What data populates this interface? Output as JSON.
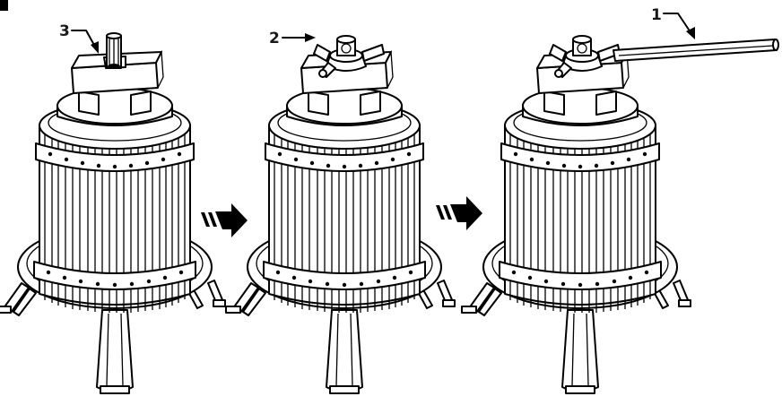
{
  "colors": {
    "line": "#000000",
    "background": "#ffffff",
    "label": "#1a1a1a"
  },
  "steps": [
    {
      "callout": {
        "number": "3",
        "points_to": "shaft"
      }
    },
    {
      "callout": {
        "number": "2",
        "points_to": "ratchet-head"
      }
    },
    {
      "callout": {
        "number": "1",
        "points_to": "handle-bar"
      }
    }
  ],
  "arrows": [
    "right-arrow-icon",
    "right-arrow-icon"
  ]
}
